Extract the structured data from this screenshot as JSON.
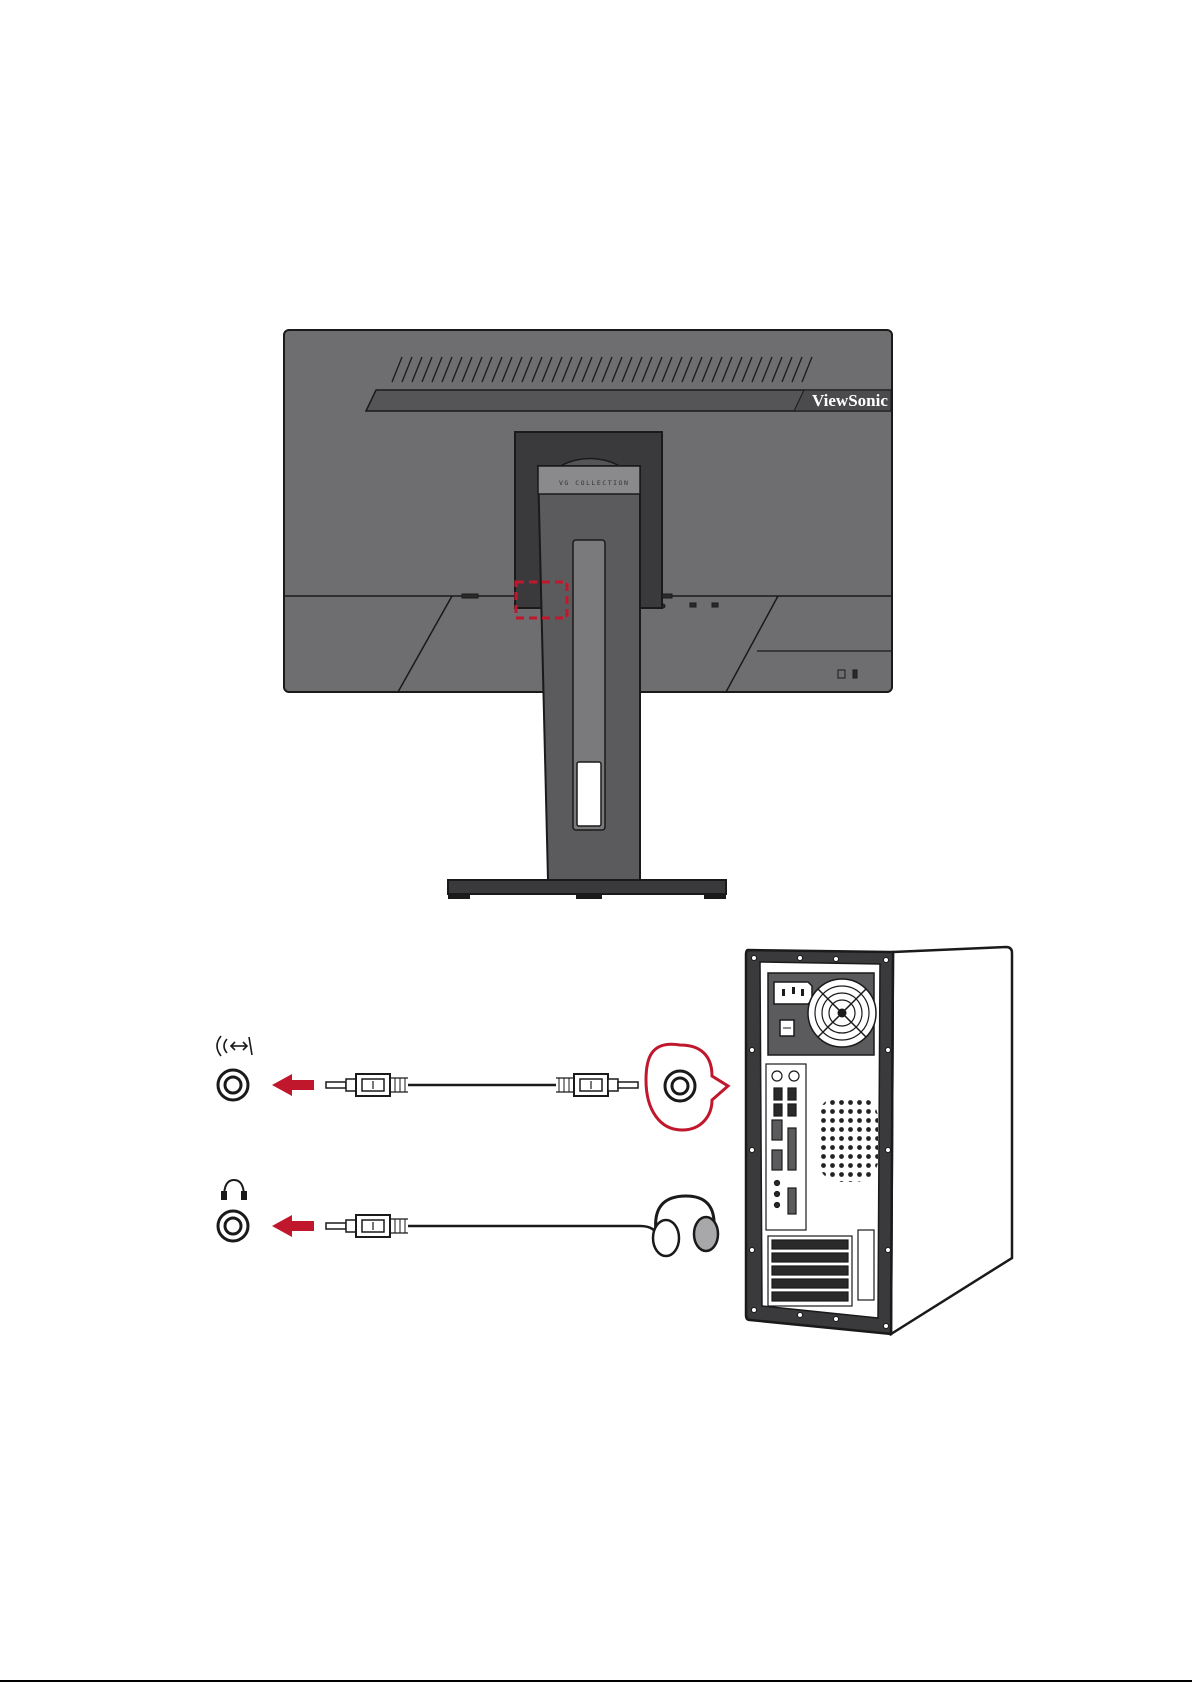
{
  "monitor": {
    "brand": "ViewSonic",
    "stand_label": "VG COLLECTION"
  },
  "ports": [
    {
      "name": "audio-in",
      "icon": "audio-in-icon",
      "cable_target": "computer-audio-out"
    },
    {
      "name": "headphone-out",
      "icon": "headphone-icon",
      "cable_target": "headphones"
    }
  ],
  "colors": {
    "accent": "#c0172d",
    "monitor_body": "#6e6e70",
    "monitor_dark": "#3a3a3c",
    "outline": "#1a1a1a"
  }
}
